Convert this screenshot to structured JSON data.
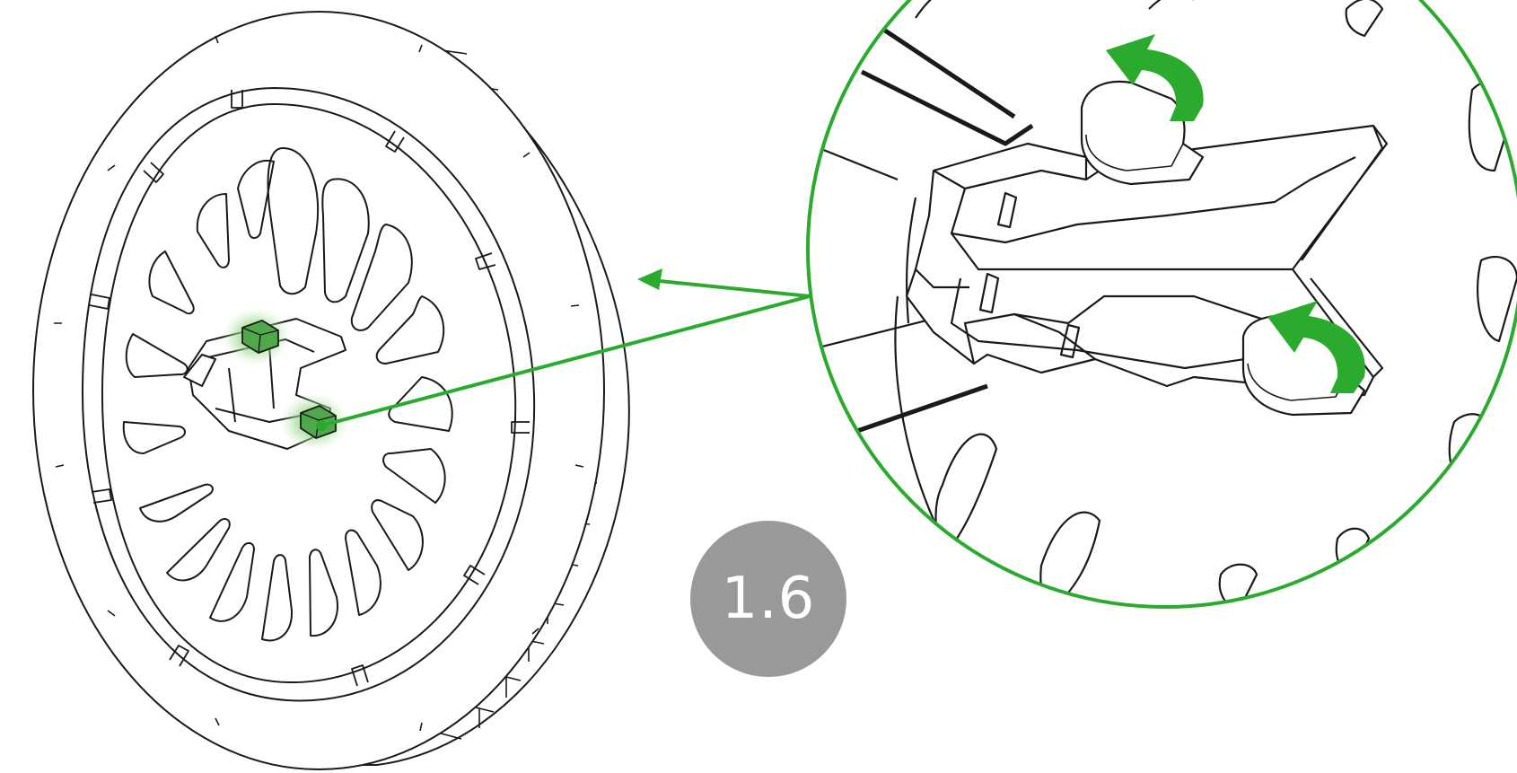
{
  "step": {
    "number": "1.6",
    "badge_color": "#999999"
  },
  "colors": {
    "accent": "#2bab2e",
    "highlight": "#55c84a",
    "line": "#1a1a1a",
    "background": "#ffffff"
  },
  "parts": {
    "wheel": "wheel-assembly",
    "clips": [
      "locking-clip-upper",
      "locking-clip-lower"
    ],
    "detail": "magnified-clip-detail"
  }
}
